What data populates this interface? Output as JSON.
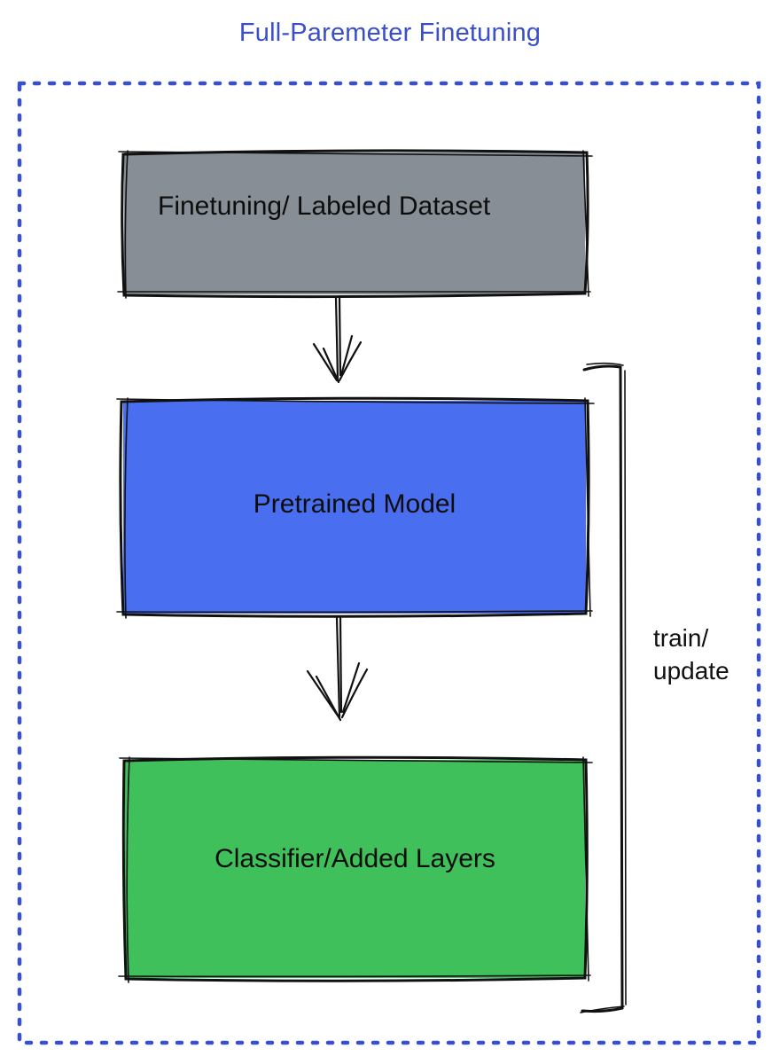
{
  "title": "Full-Paremeter Finetuning",
  "colors": {
    "title_blue": "#3a4fc9",
    "boundary_dotted_blue": "#3a4fca",
    "node_dataset_gray": "#878e96",
    "node_pretrained_blue": "#4a6ef0",
    "node_classifier_green": "#40c05a",
    "sketch_stroke_black": "#111111"
  },
  "diagram": {
    "nodes": [
      {
        "id": "finetuning-dataset",
        "label": "Finetuning/ Labeled Dataset",
        "fill": "#878e96"
      },
      {
        "id": "pretrained-model",
        "label": "Pretrained Model",
        "fill": "#4a6ef0"
      },
      {
        "id": "classifier-added-layers",
        "label": "Classifier/Added Layers",
        "fill": "#40c05a"
      }
    ],
    "edges": [
      {
        "from": "finetuning-dataset",
        "to": "pretrained-model",
        "style": "arrow-down"
      },
      {
        "from": "pretrained-model",
        "to": "classifier-added-layers",
        "style": "arrow-down"
      }
    ],
    "bracket": {
      "label_line1": "train/",
      "label_line2": "update"
    }
  }
}
